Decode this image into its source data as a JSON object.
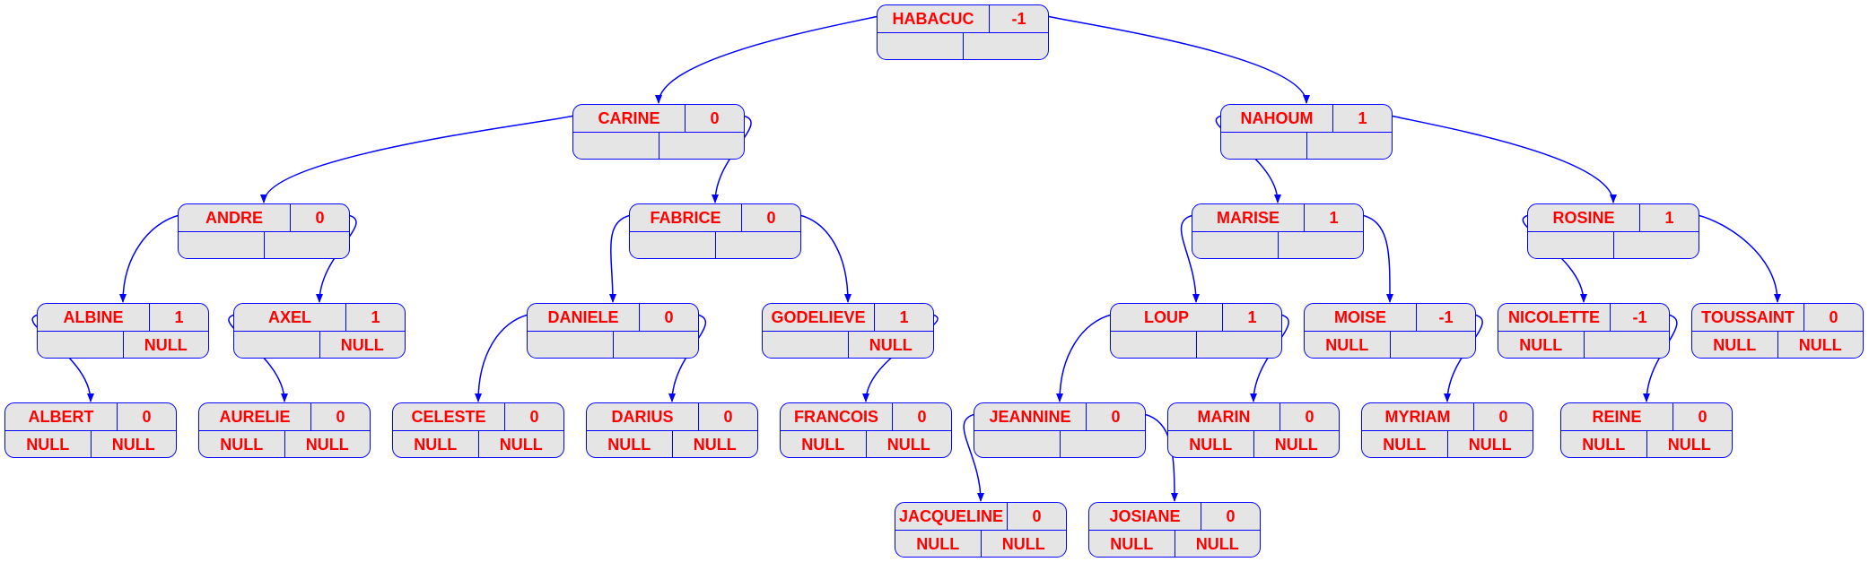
{
  "colors": {
    "edge": "#0000ff",
    "text": "#ff0000",
    "fill": "#e5e5e5",
    "border": "#0000ff"
  },
  "nodes": [
    {
      "id": "HABACUC",
      "label": "HABACUC",
      "balance": "-1",
      "left": "",
      "right": ""
    },
    {
      "id": "CARINE",
      "label": "CARINE",
      "balance": "0",
      "left": "",
      "right": ""
    },
    {
      "id": "NAHOUM",
      "label": "NAHOUM",
      "balance": "1",
      "left": "",
      "right": ""
    },
    {
      "id": "ANDRE",
      "label": "ANDRE",
      "balance": "0",
      "left": "",
      "right": ""
    },
    {
      "id": "FABRICE",
      "label": "FABRICE",
      "balance": "0",
      "left": "",
      "right": ""
    },
    {
      "id": "MARISE",
      "label": "MARISE",
      "balance": "1",
      "left": "",
      "right": ""
    },
    {
      "id": "ROSINE",
      "label": "ROSINE",
      "balance": "1",
      "left": "",
      "right": ""
    },
    {
      "id": "ALBINE",
      "label": "ALBINE",
      "balance": "1",
      "left": "",
      "right": "NULL"
    },
    {
      "id": "AXEL",
      "label": "AXEL",
      "balance": "1",
      "left": "",
      "right": "NULL"
    },
    {
      "id": "DANIELE",
      "label": "DANIELE",
      "balance": "0",
      "left": "",
      "right": ""
    },
    {
      "id": "GODELIEVE",
      "label": "GODELIEVE",
      "balance": "1",
      "left": "",
      "right": "NULL"
    },
    {
      "id": "LOUP",
      "label": "LOUP",
      "balance": "1",
      "left": "",
      "right": ""
    },
    {
      "id": "MOISE",
      "label": "MOISE",
      "balance": "-1",
      "left": "NULL",
      "right": ""
    },
    {
      "id": "NICOLETTE",
      "label": "NICOLETTE",
      "balance": "-1",
      "left": "NULL",
      "right": ""
    },
    {
      "id": "TOUSSAINT",
      "label": "TOUSSAINT",
      "balance": "0",
      "left": "NULL",
      "right": "NULL"
    },
    {
      "id": "ALBERT",
      "label": "ALBERT",
      "balance": "0",
      "left": "NULL",
      "right": "NULL"
    },
    {
      "id": "AURELIE",
      "label": "AURELIE",
      "balance": "0",
      "left": "NULL",
      "right": "NULL"
    },
    {
      "id": "CELESTE",
      "label": "CELESTE",
      "balance": "0",
      "left": "NULL",
      "right": "NULL"
    },
    {
      "id": "DARIUS",
      "label": "DARIUS",
      "balance": "0",
      "left": "NULL",
      "right": "NULL"
    },
    {
      "id": "FRANCOIS",
      "label": "FRANCOIS",
      "balance": "0",
      "left": "NULL",
      "right": "NULL"
    },
    {
      "id": "JEANNINE",
      "label": "JEANNINE",
      "balance": "0",
      "left": "",
      "right": ""
    },
    {
      "id": "MARIN",
      "label": "MARIN",
      "balance": "0",
      "left": "NULL",
      "right": "NULL"
    },
    {
      "id": "MYRIAM",
      "label": "MYRIAM",
      "balance": "0",
      "left": "NULL",
      "right": "NULL"
    },
    {
      "id": "REINE",
      "label": "REINE",
      "balance": "0",
      "left": "NULL",
      "right": "NULL"
    },
    {
      "id": "JACQUELINE",
      "label": "JACQUELINE",
      "balance": "0",
      "left": "NULL",
      "right": "NULL"
    },
    {
      "id": "JOSIANE",
      "label": "JOSIANE",
      "balance": "0",
      "left": "NULL",
      "right": "NULL"
    }
  ],
  "edges": [
    {
      "from": "HABACUC",
      "to": "CARINE"
    },
    {
      "from": "HABACUC",
      "to": "NAHOUM"
    },
    {
      "from": "CARINE",
      "to": "ANDRE"
    },
    {
      "from": "CARINE",
      "to": "FABRICE"
    },
    {
      "from": "NAHOUM",
      "to": "MARISE"
    },
    {
      "from": "NAHOUM",
      "to": "ROSINE"
    },
    {
      "from": "ANDRE",
      "to": "ALBINE"
    },
    {
      "from": "ANDRE",
      "to": "AXEL"
    },
    {
      "from": "FABRICE",
      "to": "DANIELE"
    },
    {
      "from": "FABRICE",
      "to": "GODELIEVE"
    },
    {
      "from": "MARISE",
      "to": "LOUP"
    },
    {
      "from": "MARISE",
      "to": "MOISE"
    },
    {
      "from": "ROSINE",
      "to": "NICOLETTE"
    },
    {
      "from": "ROSINE",
      "to": "TOUSSAINT"
    },
    {
      "from": "ALBINE",
      "to": "ALBERT"
    },
    {
      "from": "AXEL",
      "to": "AURELIE"
    },
    {
      "from": "DANIELE",
      "to": "CELESTE"
    },
    {
      "from": "DANIELE",
      "to": "DARIUS"
    },
    {
      "from": "GODELIEVE",
      "to": "FRANCOIS"
    },
    {
      "from": "LOUP",
      "to": "JEANNINE"
    },
    {
      "from": "LOUP",
      "to": "MARIN"
    },
    {
      "from": "MOISE",
      "to": "MYRIAM"
    },
    {
      "from": "NICOLETTE",
      "to": "REINE"
    },
    {
      "from": "JEANNINE",
      "to": "JACQUELINE"
    },
    {
      "from": "JEANNINE",
      "to": "JOSIANE"
    }
  ]
}
